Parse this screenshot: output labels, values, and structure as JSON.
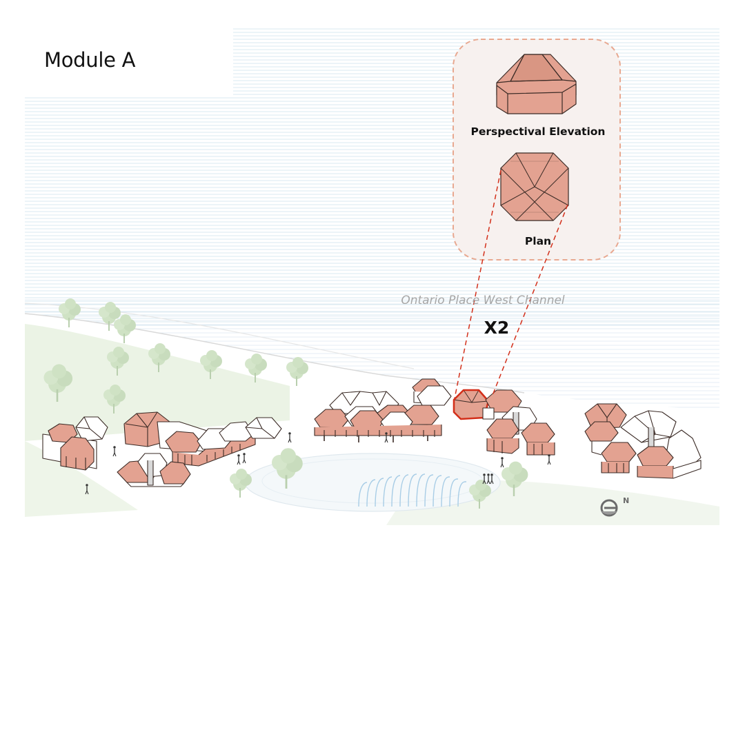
{
  "title": "Module A",
  "inset": {
    "elevation_label": "Perspectival Elevation",
    "plan_label": "Plan"
  },
  "site": {
    "channel_label": "Ontario Place West Channel",
    "multiplier_label": "X2",
    "north_label": "N"
  },
  "colors": {
    "roof_fill": "#e3a291",
    "roof_stroke": "#3a2a25",
    "highlight_stroke": "#d32f1a",
    "leader_line": "#d32f1a",
    "inset_border": "#e8a890",
    "inset_fill": "#f7f1ef",
    "water_hatch": "#d6e8f2",
    "vegetation": "#dcebd3",
    "tree": "#c5ddb9"
  },
  "icons": [
    "north-arrow-icon",
    "tree-icon",
    "person-icon"
  ]
}
